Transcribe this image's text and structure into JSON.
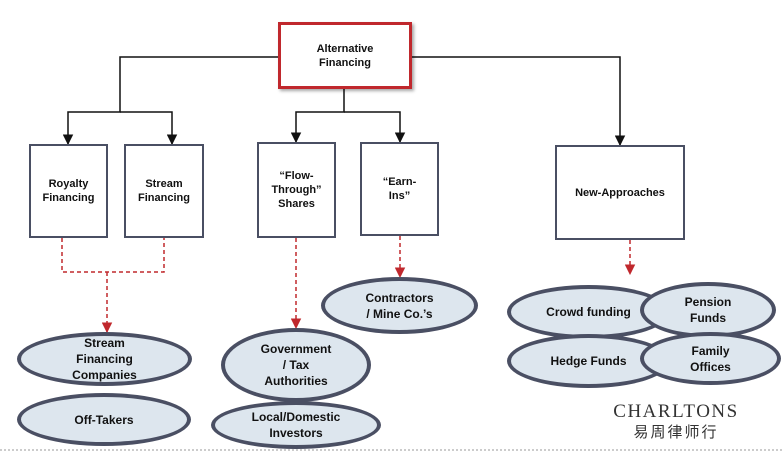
{
  "root": {
    "label": "Alternative\nFinancing"
  },
  "categories": {
    "royalty": "Royalty\nFinancing",
    "stream": "Stream\nFinancing",
    "flow_through": "“Flow-\nThrough”\nShares",
    "earn_ins": "“Earn-\nIns”",
    "new_approaches": "New-Approaches"
  },
  "providers": {
    "stream_financing_companies": "Stream\nFinancing\nCompanies",
    "off_takers": "Off-Takers",
    "government_tax": "Government\n/ Tax\nAuthorities",
    "local_domestic": "Local/Domestic\nInvestors",
    "contractors": "Contractors\n/ Mine Co.’s",
    "crowd_funding": "Crowd funding",
    "pension_funds": "Pension\nFunds",
    "hedge_funds": "Hedge Funds",
    "family_offices": "Family\nOffices"
  },
  "brand": {
    "name_en": "CHARLTONS",
    "name_zh": "易周律师行"
  },
  "colors": {
    "box_border": "#4a4f63",
    "root_border": "#c0282d",
    "ellipse_fill": "#dde6ee",
    "dashed_connector": "#c0282d"
  }
}
